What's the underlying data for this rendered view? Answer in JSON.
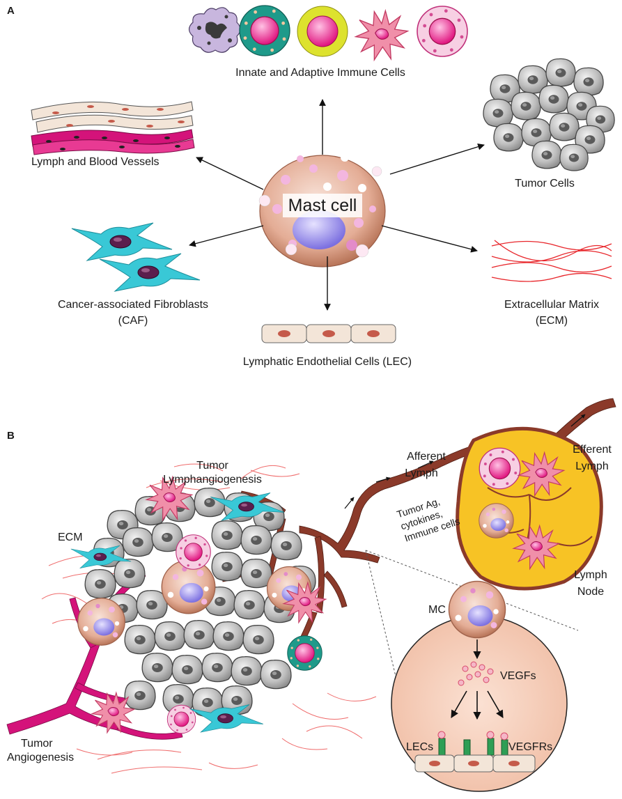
{
  "panel_a": {
    "letter": "A",
    "center_label": "Mast cell",
    "targets": {
      "immune": "Innate and Adaptive Immune Cells",
      "vessels": "Lymph and Blood Vessels",
      "tumor": "Tumor Cells",
      "caf_line1": "Cancer-associated Fibroblasts",
      "caf_line2": "(CAF)",
      "ecm_line1": "Extracellular Matrix",
      "ecm_line2": "(ECM)",
      "lec": "Lymphatic Endothelial Cells (LEC)"
    }
  },
  "panel_b": {
    "letter": "B",
    "labels": {
      "tumor_lymph_1": "Tumor",
      "tumor_lymph_2": "Lymphangiogenesis",
      "ecm": "ECM",
      "tumor_angio_1": "Tumor",
      "tumor_angio_2": "Angiogenesis",
      "afferent_1": "Afferent",
      "afferent_2": "Lymph",
      "efferent_1": "Efferent",
      "efferent_2": "Lymph",
      "node_1": "Lymph",
      "node_2": "Node",
      "cargo_1": "Tumor Ag,",
      "cargo_2": "cytokines,",
      "cargo_3": "Immune cells"
    },
    "inset": {
      "mc": "MC",
      "vegfs": "VEGFs",
      "vegfrs": "VEGFRs",
      "lecs": "LECs"
    }
  },
  "colors": {
    "vessel_brown": "#8b3a2a",
    "blood_magenta": "#d4137a",
    "caf_cyan": "#39c8d6",
    "node_yellow": "#f7c325",
    "ecm_red": "#e8262b",
    "mast_cell": "#e8b6a3",
    "tumor_gray": "#b5b5b5"
  }
}
